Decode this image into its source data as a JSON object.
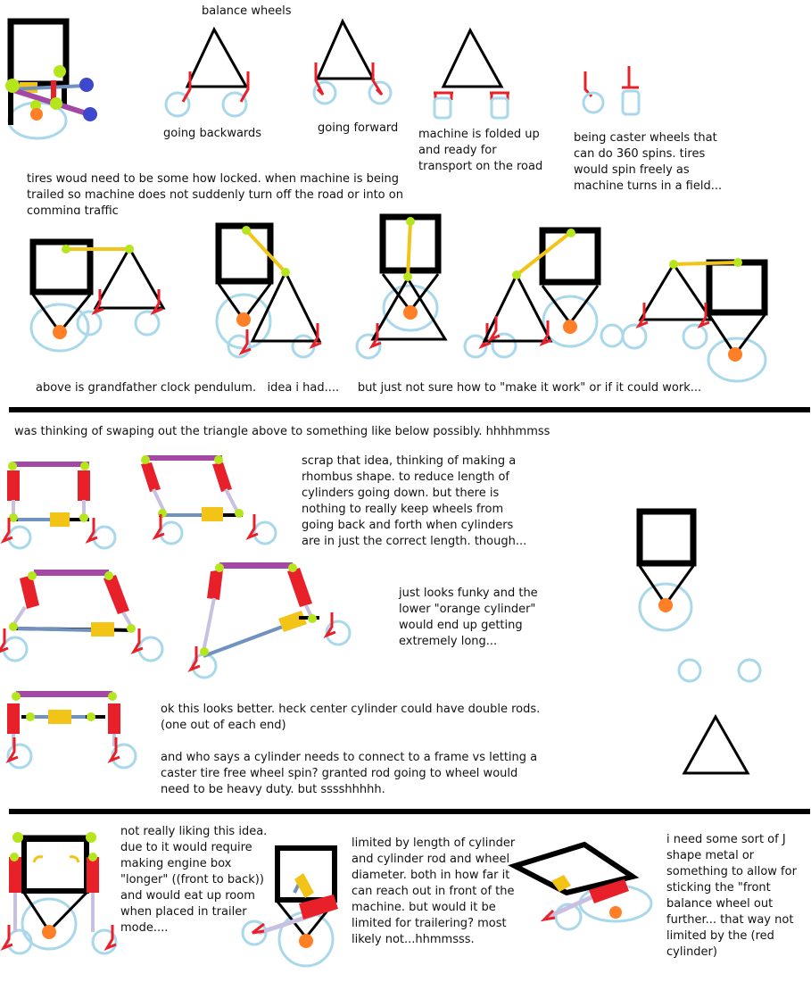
{
  "notes": {
    "balance": "balance wheels",
    "backwards": "going backwards",
    "forward": "going forward",
    "folded": "machine is folded up\nand ready for\ntransport on the road",
    "caster": "being caster wheels that\ncan do 360 spins. tires\nwould spin freely as\nmachine turns in a field...",
    "locked": "tires woud need to be some how locked. when machine is being\ntrailed so machine does not suddenly turn off the road or into on\ncomming traffic",
    "pendulum": "above is grandfather clock pendulum.   idea i had....     but just not sure how to \"make it work\" or if it could work...",
    "swap": "was thinking of swaping out the triangle above to something like below possibly. hhhhmmss",
    "rhombus": "scrap that idea, thinking of making a\nrhombus shape. to reduce length of\ncylinders going down. but there is\nnothing to really keep wheels from\ngoing back and forth when cylinders\nare in just the correct length. though...",
    "funky": "just looks funky and the\nlower \"orange cylinder\"\nwould end up getting\nextremely long...",
    "better": "ok this looks better.  heck center cylinder could have double rods.\n(one out of each end)",
    "caster_frame": "and who says a cylinder needs to connect to a frame vs letting a\ncaster tire free wheel spin? granted rod going to wheel would\nneed to be heavy duty. but sssshhhhh.",
    "not_liking": "not really liking this idea.\ndue to it would require\nmaking engine box\n\"longer\" ((front to back))\nand would eat up room\nwhen placed in trailer\nmode....",
    "limited": "limited by length of cylinder\nand cylinder rod and wheel\ndiameter.  both in how far it\ncan reach out in front of the\nmachine. but would it be\nlimited for trailering? most\nlikely not...hhmmsss.",
    "j_shape": "i need some sort of J\nshape metal or\nsomething to allow for\nsticking the \"front\nbalance wheel out\nfurther... that way not\nlimited   by the (red\ncylinder)"
  },
  "colors": {
    "frame": "#000000",
    "wheel": "#a8d8ea",
    "cylinder_red": "#e8202a",
    "caster_red": "#e8202a",
    "rod": "#c8c0e0",
    "yellow": "#f2c418",
    "lime": "#b5e61d",
    "orange": "#ff7f27",
    "purple": "#a349a4",
    "blue_rod": "#7092be",
    "navy": "#3f48cc"
  }
}
